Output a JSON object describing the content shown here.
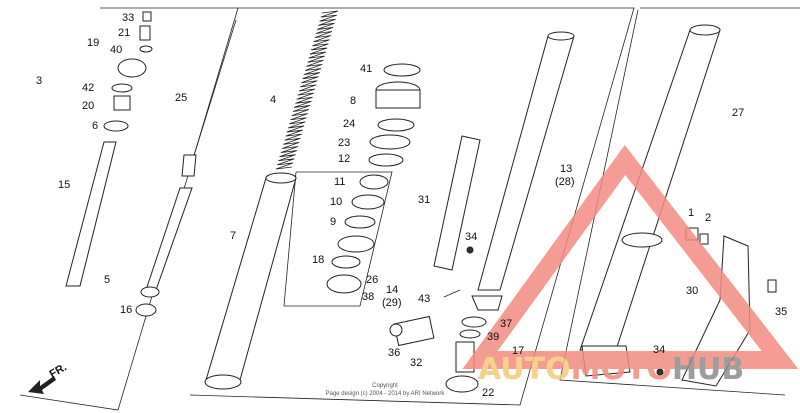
{
  "diagram": {
    "callouts": [
      "33",
      "21",
      "19",
      "40",
      "3",
      "42",
      "20",
      "6",
      "15",
      "25",
      "5",
      "16",
      "4",
      "7",
      "41",
      "8",
      "24",
      "23",
      "12",
      "11",
      "10",
      "9",
      "18",
      "26",
      "14",
      "(29)",
      "38",
      "43",
      "31",
      "34",
      "13",
      "(28)",
      "27",
      "1",
      "2",
      "30",
      "35",
      "37",
      "39",
      "17",
      "36",
      "32",
      "34",
      "22"
    ],
    "direction_label": "FR.",
    "copyright_line1": "Copyright",
    "copyright_line2": "Page design (c) 2004 - 2014 by ARI Network"
  },
  "watermark": {
    "part1": "AUTO",
    "part2": "MOTO",
    "part3": "HUB",
    "colors": {
      "auto": "#f5c97a",
      "moto": "#f08a80",
      "hub": "#8c8c8c",
      "triangle": "#f28b82"
    }
  }
}
